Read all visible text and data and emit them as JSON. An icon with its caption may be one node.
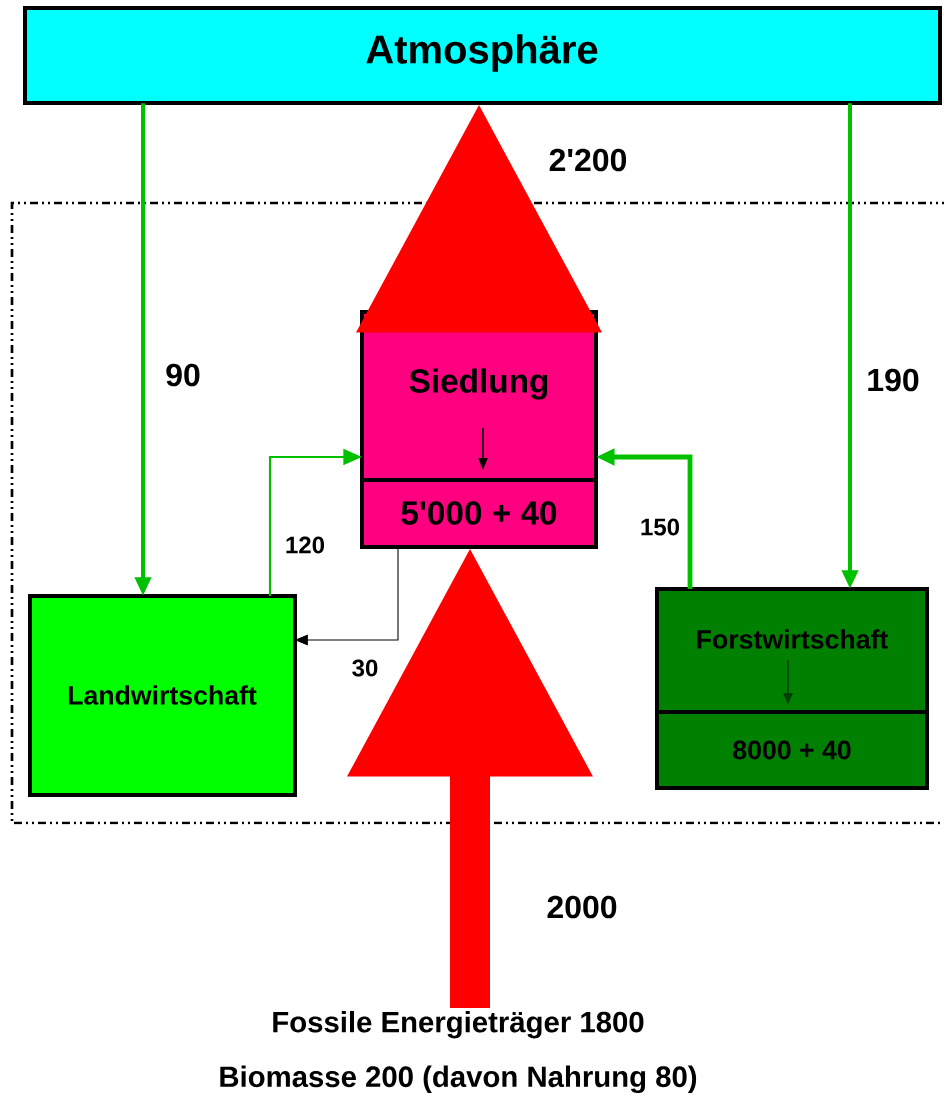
{
  "diagram": {
    "nodes": [
      {
        "text": [
          "Atmosphäre"
        ]
      },
      {
        "text": [
          "Siedlung",
          "5'000 + 40"
        ]
      },
      {
        "text": [
          "Landwirtschaft"
        ]
      },
      {
        "text": [
          "Forstwirtschaft",
          "8000 + 40"
        ]
      },
      {
        "text": [
          "Fossile Energieträger 1800",
          "Biomasse 200 (davon Nahrung 80)"
        ]
      }
    ],
    "edges": [
      {
        "from": 0,
        "to": 2,
        "arrow": "to",
        "label": "90"
      },
      {
        "from": 0,
        "to": 3,
        "arrow": "to",
        "label": "190"
      },
      {
        "from": 2,
        "to": 1,
        "arrow": "to",
        "label": "120"
      },
      {
        "from": 3,
        "to": 1,
        "arrow": "to",
        "label": "150"
      },
      {
        "from": 1,
        "to": 2,
        "arrow": "to",
        "label": "30",
        "color": "#000000"
      },
      {
        "from": 1,
        "to": 0,
        "arrow": "to",
        "label": "2'200",
        "style": "thick",
        "color": "#ff0000"
      },
      {
        "from": 4,
        "to": 1,
        "arrow": "to",
        "label": "2000",
        "style": "thick",
        "color": "#ff0000"
      }
    ]
  }
}
